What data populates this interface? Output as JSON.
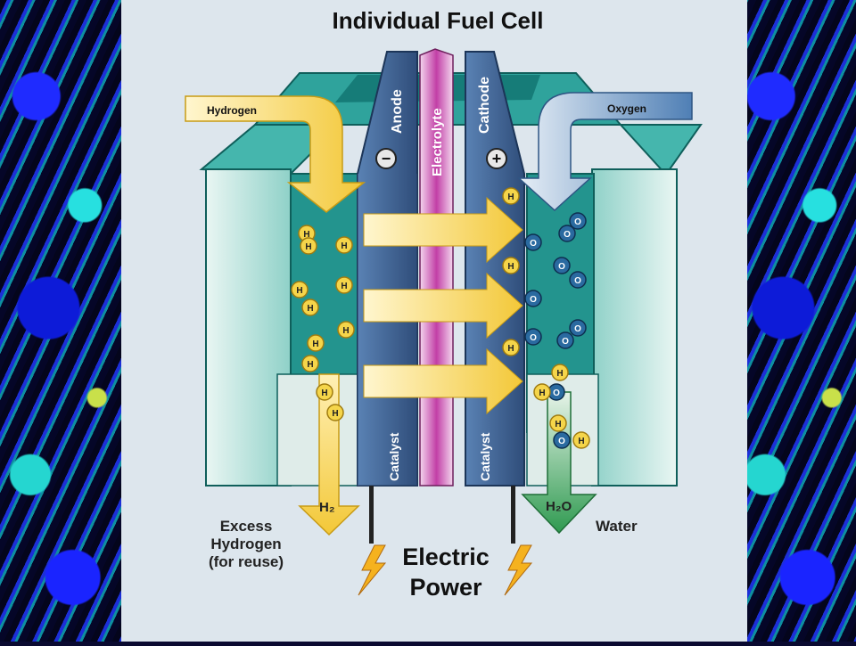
{
  "title": "Individual Fuel Cell",
  "labels": {
    "hydrogen": "Hydrogen",
    "oxygen": "Oxygen",
    "anode": "Anode",
    "electrolyte": "Electrolyte",
    "cathode": "Cathode",
    "catalyst_left": "Catalyst",
    "catalyst_right": "Catalyst",
    "h2": "H₂",
    "h2o": "H₂O",
    "water": "Water",
    "excess_line1": "Excess",
    "excess_line2": "Hydrogen",
    "excess_line3": "(for reuse)",
    "power_line1": "Electric",
    "power_line2": "Power",
    "minus_sign": "−",
    "plus_sign": "+",
    "h_atom": "H",
    "o_atom": "O"
  },
  "colors": {
    "teal": "#2fa39c",
    "teal_dark": "#167c78",
    "teal_light": "#bfe6e0",
    "electrode": "#3d5f8e",
    "electrolyte": "#c23fa6",
    "arrow_yellow": "#f3c838",
    "arrow_blue": "#4f7fb5",
    "arrow_green": "#2f9a50"
  }
}
